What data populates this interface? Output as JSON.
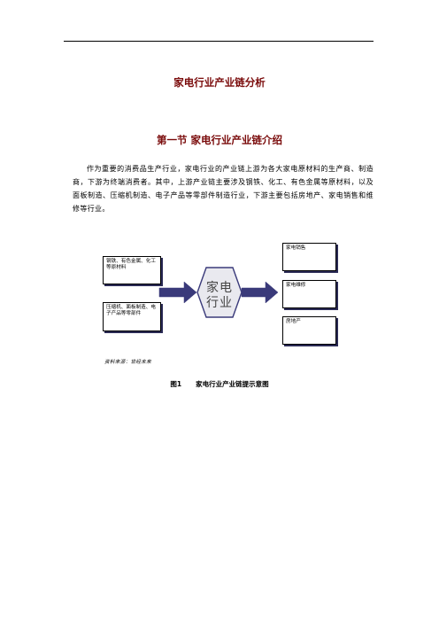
{
  "document": {
    "title": "家电行业产业链分析",
    "section_title": "第一节   家电行业产业链介绍",
    "paragraph": "作为重要的消费品生产行业，家电行业的产业链上游为各大家电原材料的生产商、制造商，下游为终端消费者。其中，上游产业链主要涉及钢铁、化工、有色金属等原材料，以及面板制造、压缩机制造、电子产品等零部件制造行业，下游主要包括房地产、家电销售和维修等行业。"
  },
  "diagram": {
    "center_label_line1": "家电",
    "center_label_line2": "行业",
    "upstream": [
      {
        "label": "钢铁、有色金属、化工等原材料"
      },
      {
        "label": "压缩机、面板制造、电子产品等零部件"
      }
    ],
    "downstream": [
      {
        "label": "家电销售"
      },
      {
        "label": "家电维修"
      },
      {
        "label": "房地产"
      }
    ],
    "arrow_color": "#3a3a7a",
    "hexagon_fill": "#e9e9ef",
    "hexagon_stroke": "#3a3a7a"
  },
  "source_note": "资料来源：世经未来",
  "figure": {
    "number": "图1",
    "caption": "家电行业产业链提示意图"
  }
}
